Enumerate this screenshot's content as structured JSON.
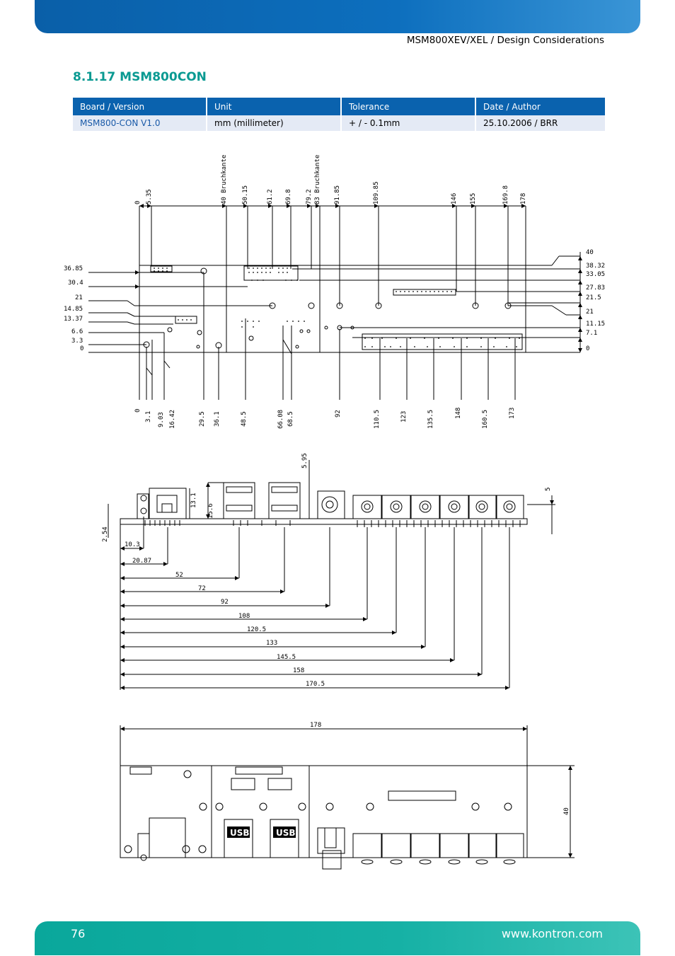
{
  "header": {
    "doc_ref": "MSM800XEV/XEL / Design Considerations"
  },
  "section": {
    "title": "8.1.17 MSM800CON"
  },
  "table": {
    "columns": [
      "Board / Version",
      "Unit",
      "Tolerance",
      "Date / Author"
    ],
    "rows": [
      [
        "MSM800-CON V1.0",
        "mm (millimeter)",
        "+ / - 0.1mm",
        "25.10.2006 / BRR"
      ]
    ]
  },
  "drawing1": {
    "top_dims": [
      "0",
      "5.35",
      "40 Bruchkante",
      "50.15",
      "61.2",
      "69.8",
      "79.2",
      "83 Bruchkante",
      "91.85",
      "109.85",
      "146",
      "155",
      "169.8",
      "178"
    ],
    "left_dims": [
      "36.85",
      "30.4",
      "21",
      "14.85",
      "13.37",
      "6.6",
      "3.3",
      "0"
    ],
    "right_dims": [
      "40",
      "38.32",
      "33.05",
      "27.83",
      "21.5",
      "21",
      "11.15",
      "7.1",
      "0"
    ],
    "bottom_dims": [
      "0",
      "3.1",
      "9.03",
      "16.42",
      "29.5",
      "36.1",
      "48.5",
      "66.08",
      "68.5",
      "92",
      "110.5",
      "123",
      "135.5",
      "148",
      "160.5",
      "173"
    ]
  },
  "drawing2": {
    "top_dims": [
      "5.95",
      "5"
    ],
    "left_dims": [
      "13.1",
      "15.6",
      "2.54"
    ],
    "run_dims": [
      "10.3",
      "20.87",
      "52",
      "72",
      "92",
      "108",
      "120.5",
      "133",
      "145.5",
      "158",
      "170.5"
    ]
  },
  "drawing3": {
    "width_dim": "178",
    "height_dim": "40",
    "usb_labels": [
      "USB",
      "USB"
    ]
  },
  "footer": {
    "page_number": "76",
    "website": "www.kontron.com"
  },
  "colors": {
    "header_blue": "#0d6fbe",
    "footer_teal": "#16b1a5",
    "title_teal": "#0a9a92"
  }
}
